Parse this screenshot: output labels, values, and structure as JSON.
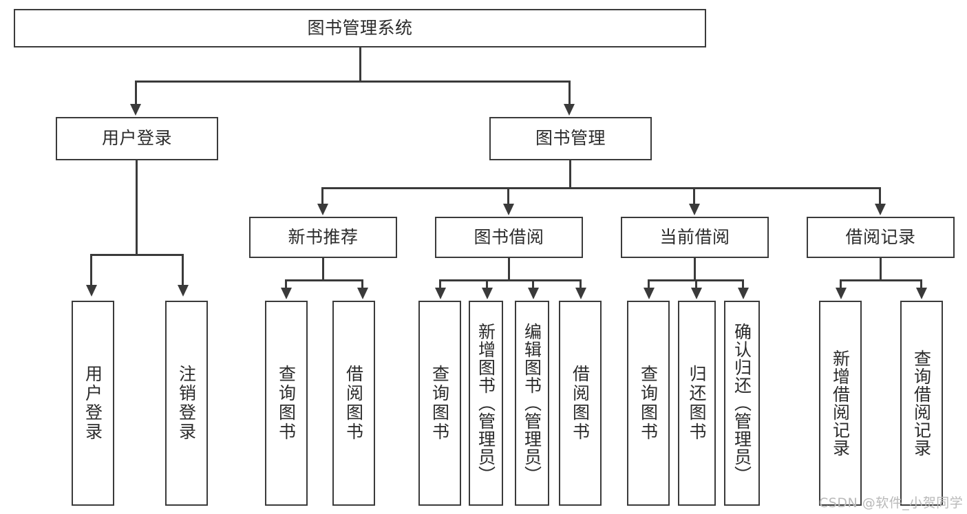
{
  "diagram": {
    "title": "图书管理系统",
    "type": "tree-hierarchy",
    "root": {
      "label": "图书管理系统"
    },
    "level1": [
      {
        "label": "用户登录"
      },
      {
        "label": "图书管理"
      }
    ],
    "level2": [
      {
        "label": "新书推荐"
      },
      {
        "label": "图书借阅"
      },
      {
        "label": "当前借阅"
      },
      {
        "label": "借阅记录"
      }
    ],
    "leaves": {
      "user_login": [
        {
          "label": "用户登录"
        },
        {
          "label": "注销登录"
        }
      ],
      "new_book_recommend": [
        {
          "label": "查询图书"
        },
        {
          "label": "借阅图书"
        }
      ],
      "book_borrow": [
        {
          "label": "查询图书"
        },
        {
          "label": "新增图书（管理员）"
        },
        {
          "label": "编辑图书（管理员）"
        },
        {
          "label": "借阅图书"
        }
      ],
      "current_borrow": [
        {
          "label": "查询图书"
        },
        {
          "label": "归还图书"
        },
        {
          "label": "确认归还（管理员）"
        }
      ],
      "borrow_record": [
        {
          "label": "新增借阅记录"
        },
        {
          "label": "查询借阅记录"
        }
      ]
    }
  },
  "watermark": {
    "text": "CSDN @软件_小贺同学"
  },
  "colors": {
    "stroke": "#3a3a3a",
    "text": "#2b2b2b",
    "background": "#ffffff",
    "watermark": "#b9b9b9"
  }
}
